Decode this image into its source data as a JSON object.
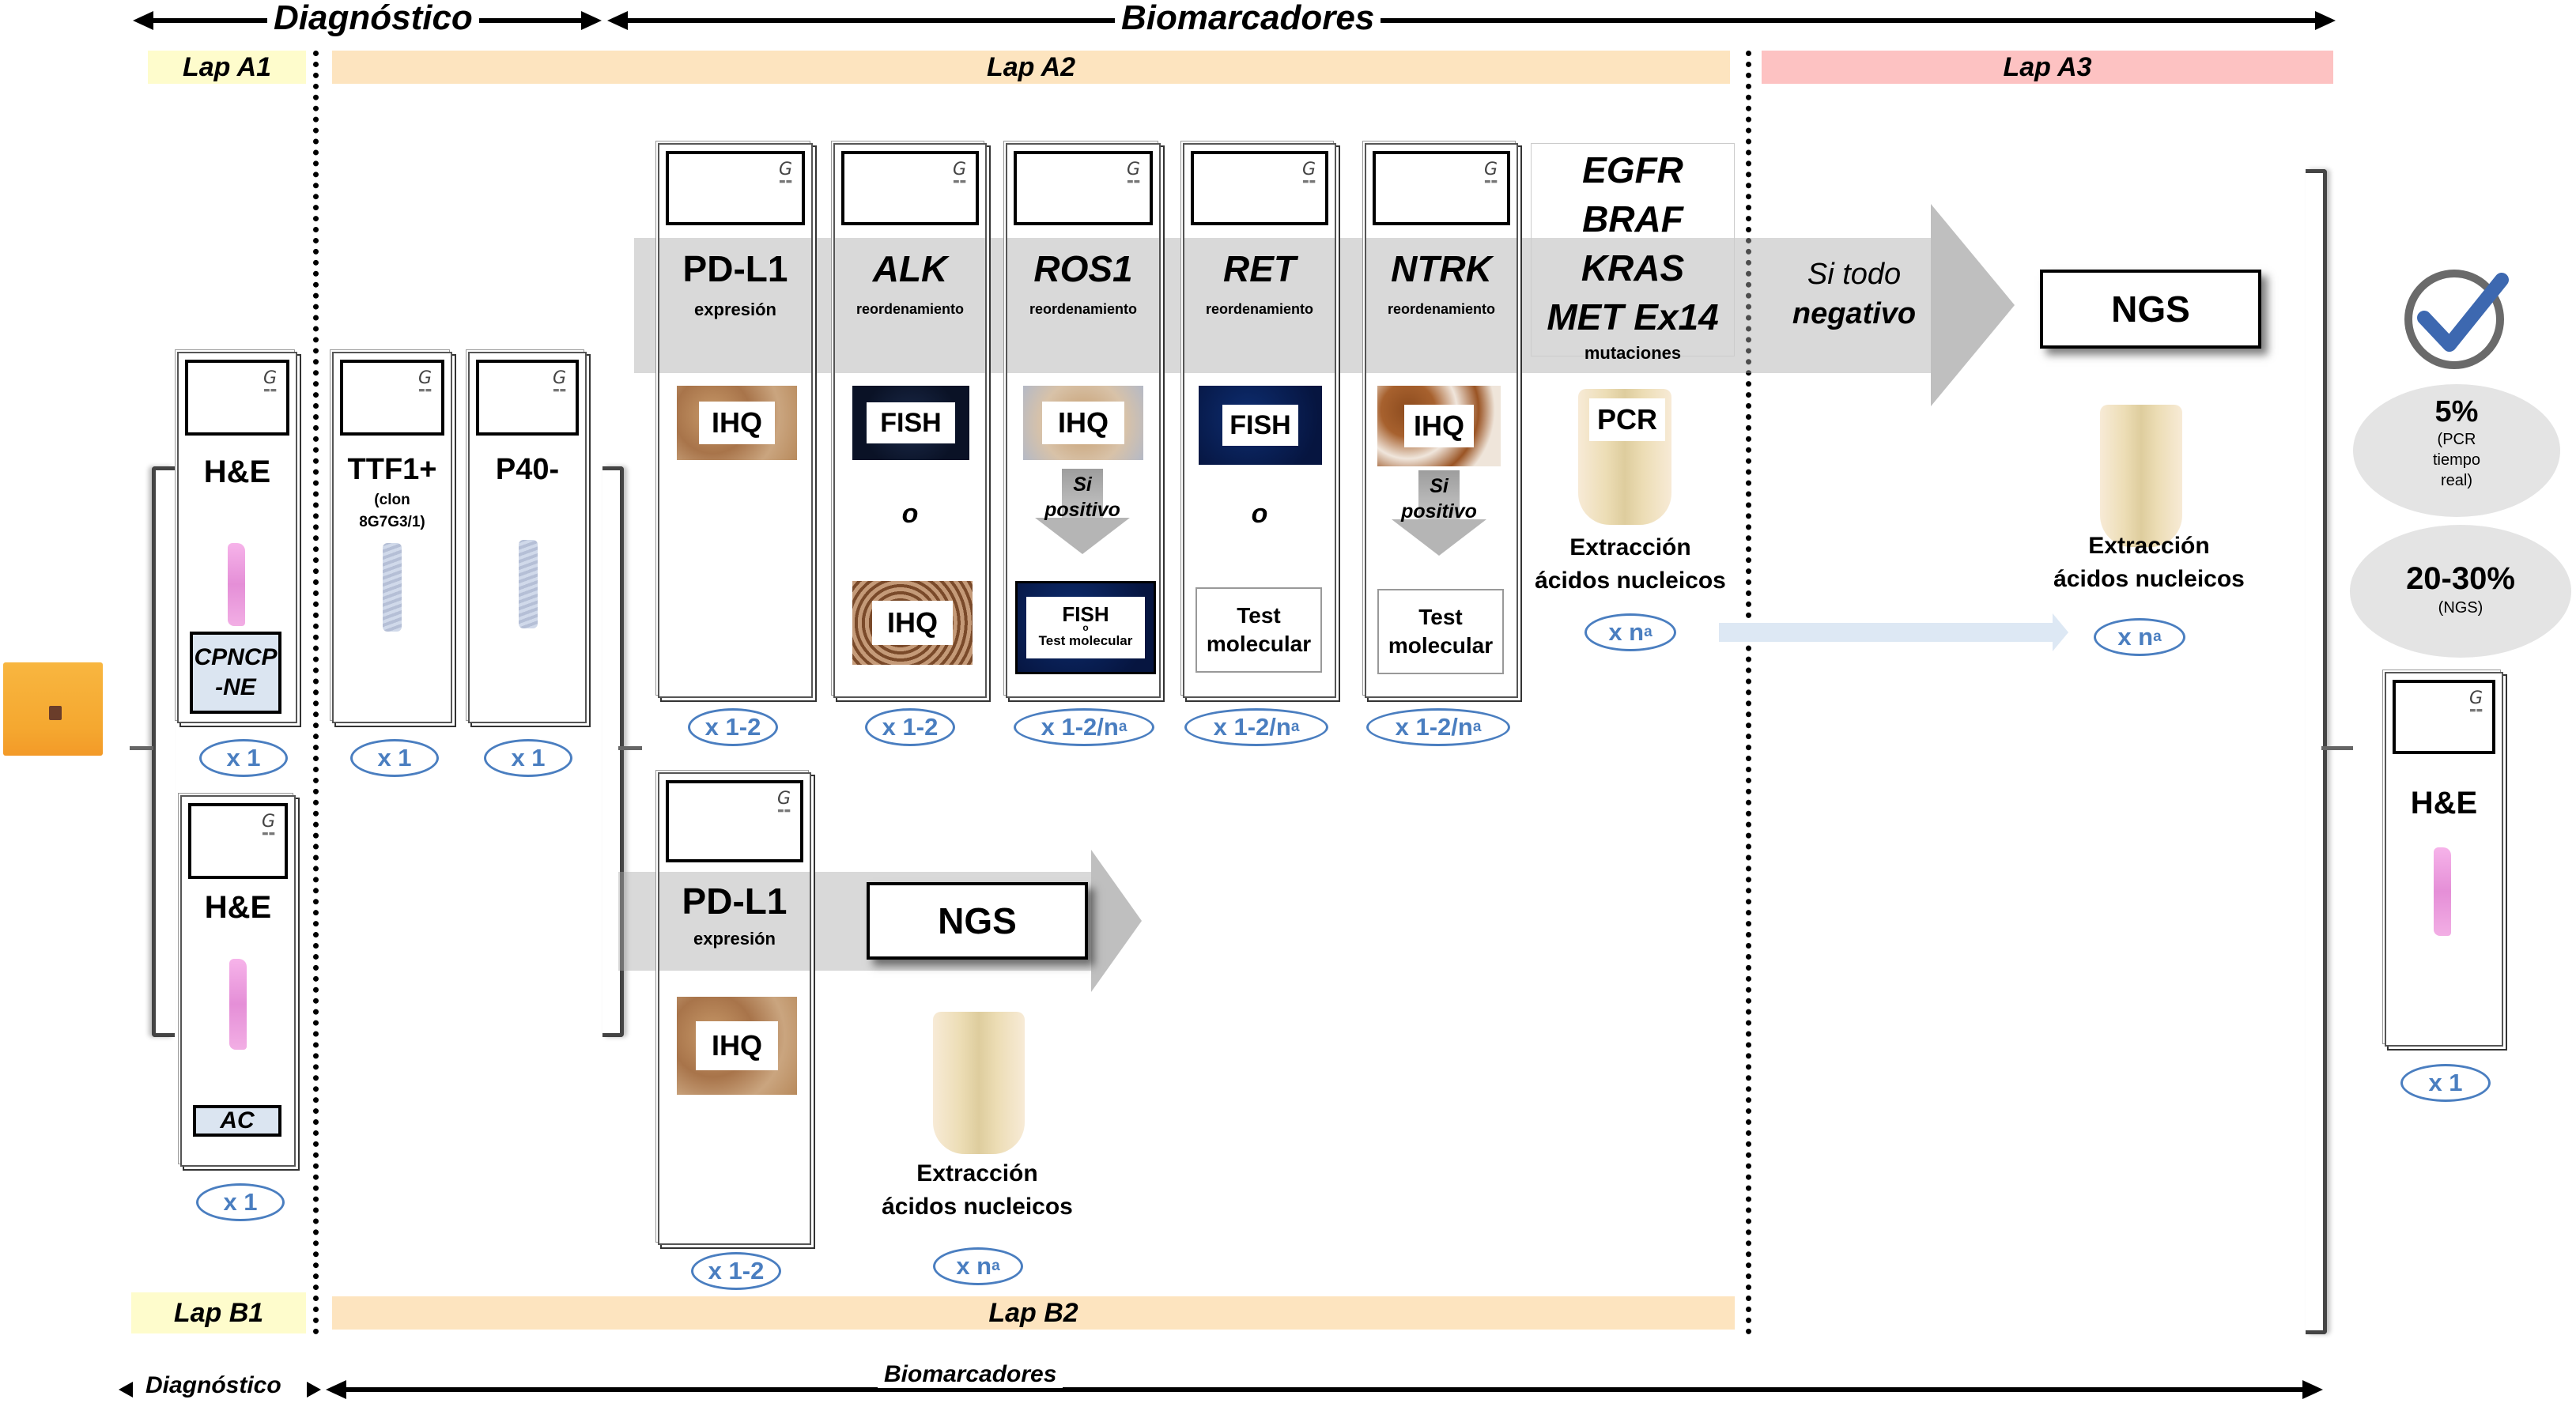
{
  "header": {
    "diagnostico_label": "Diagnóstico",
    "biomarcadores_label": "Biomarcadores"
  },
  "footer": {
    "diagnostico_label": "Diagnóstico",
    "biomarcadores_label": "Biomarcadores"
  },
  "labs": {
    "a1": "Lap A1",
    "a2": "Lap A2",
    "a3": "Lap A3",
    "b1": "Lap B1",
    "b2": "Lap B2"
  },
  "colors": {
    "lap_yellow": "#fefccc",
    "lap_orange": "#fde4bf",
    "lap_pink": "#fdc2c2",
    "count_blue": "#4a7ec0",
    "dx_box_fill": "#dbe5f1",
    "check_blue": "#3d68b0"
  },
  "sample_block": {
    "icon": "paraffin-block-icon"
  },
  "diagnosis": {
    "he_top": {
      "title": "H&E",
      "result": "CPNCP -NE",
      "result_line1": "CPNCP",
      "result_line2": "-NE",
      "count": "x 1"
    },
    "he_bottom": {
      "title": "H&E",
      "result": "AC",
      "count": "x 1"
    },
    "ttf1": {
      "title": "TTF1+",
      "sub_line1": "(clon",
      "sub_line2": "8G7G3/1)",
      "count": "x 1"
    },
    "p40": {
      "title": "P40-",
      "count": "x 1"
    }
  },
  "biomarkers_a": [
    {
      "gene": "PD-L1",
      "type": "expresión",
      "method1": "IHQ",
      "count": "x 1-2",
      "count_sup": ""
    },
    {
      "gene": "ALK",
      "type": "reordenamiento",
      "method1": "FISH",
      "or": "o",
      "method2": "IHQ",
      "count": "x 1-2",
      "count_sup": ""
    },
    {
      "gene": "ROS1",
      "type": "reordenamiento",
      "method1": "IHQ",
      "arrow_line1": "Si",
      "arrow_line2": "positivo",
      "method2_line1": "FISH",
      "method2_or": "o",
      "method2_line2": "Test molecular",
      "count": "x 1-2/n",
      "count_sup": "a"
    },
    {
      "gene": "RET",
      "type": "reordenamiento",
      "method1": "FISH",
      "or": "o",
      "method2_line1": "Test",
      "method2_line2": "molecular",
      "count": "x 1-2/n",
      "count_sup": "a"
    },
    {
      "gene": "NTRK",
      "type": "reordenamiento",
      "method1": "IHQ",
      "arrow_line1": "Si",
      "arrow_line2": "positivo",
      "method2_line1": "Test",
      "method2_line2": "molecular",
      "count": "x 1-2/n",
      "count_sup": "a"
    }
  ],
  "mutations": {
    "genes": [
      "EGFR",
      "BRAF",
      "KRAS",
      "MET Ex14"
    ],
    "type": "mutaciones",
    "method": "PCR",
    "extraction_line1": "Extracción",
    "extraction_line2": "ácidos nucleicos",
    "count": "x n",
    "count_sup": "a"
  },
  "flow_a": {
    "condition_line1": "Si todo",
    "condition_line2": "negativo",
    "next": "NGS",
    "extraction_line1": "Extracción",
    "extraction_line2": "ácidos nucleicos",
    "count": "x n",
    "count_sup": "a"
  },
  "flow_b": {
    "gene": "PD-L1",
    "type": "expresión",
    "method": "IHQ",
    "count": "x 1-2",
    "next": "NGS",
    "extraction_line1": "Extracción",
    "extraction_line2": "ácidos nucleicos",
    "ngs_count": "x n",
    "ngs_count_sup": "a"
  },
  "result_panel": {
    "icon": "check-circle-icon",
    "pcr_pct": "5%",
    "pcr_line1": "(PCR",
    "pcr_line2": "tiempo",
    "pcr_line3": "real)",
    "ngs_pct": "20-30%",
    "ngs_label": "(NGS)",
    "final_slide_title": "H&E",
    "final_count": "x 1"
  }
}
